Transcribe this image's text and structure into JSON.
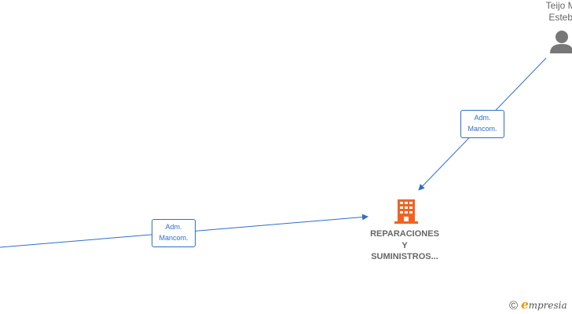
{
  "graph": {
    "person": {
      "name_line1": "Teijo Mo",
      "name_line2": "Esteba"
    },
    "company": {
      "name_line1": "REPARACIONES",
      "name_line2": "Y",
      "name_line3": "SUMINISTROS..."
    },
    "relations": [
      {
        "line1": "Adm.",
        "line2": "Mancom."
      },
      {
        "line1": "Adm.",
        "line2": "Mancom."
      }
    ],
    "colors": {
      "edge": "#2f6ec9",
      "company_icon": "#f26322",
      "person_icon": "#777777"
    }
  },
  "footer": {
    "copyright_symbol": "©",
    "brand_initial": "e",
    "brand_rest": "mpresia"
  }
}
